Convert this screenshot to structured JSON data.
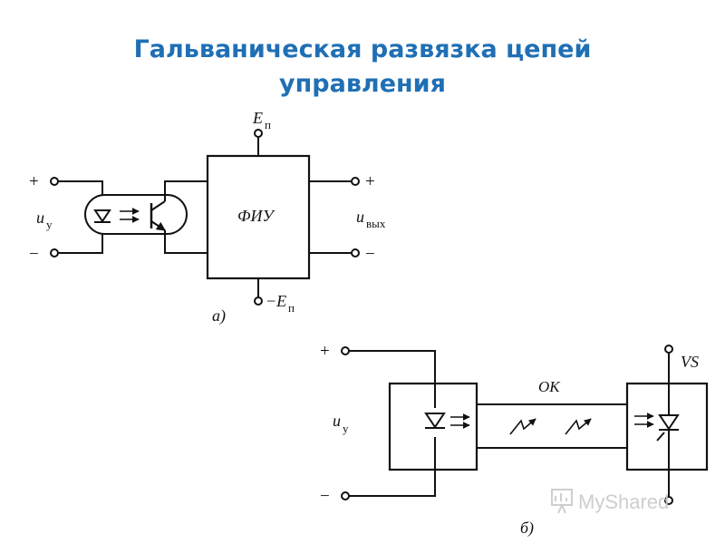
{
  "title": {
    "line1": "Гальваническая развязка цепей",
    "line2": "управления"
  },
  "diagram_a": {
    "caption": "а)",
    "supply_pos": "E",
    "supply_pos_sub": "п",
    "supply_neg": "−E",
    "supply_neg_sub": "п",
    "block_label": "ФИУ",
    "input_label": "u",
    "input_sub": "у",
    "output_label": "u",
    "output_sub": "вых",
    "plus_in": "+",
    "minus_in": "−",
    "plus_out": "+",
    "minus_out": "−"
  },
  "diagram_b": {
    "caption": "б)",
    "channel_label": "ОК",
    "output_device": "VS",
    "input_label": "u",
    "input_sub": "у",
    "plus_in": "+",
    "minus_in": "−"
  },
  "watermark": {
    "text": "MyShared"
  },
  "colors": {
    "title": "#1f6fb5",
    "lines": "#111111",
    "watermark": "#c9c9c9"
  }
}
